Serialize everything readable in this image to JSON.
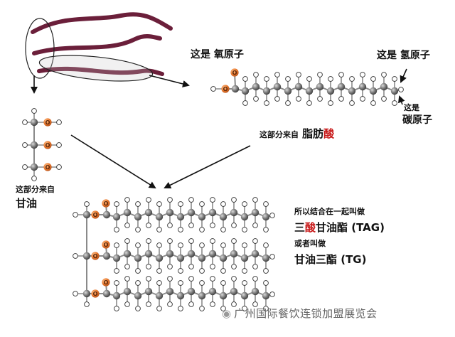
{
  "labels": {
    "oxygen": "这是 氧原子",
    "hydrogen": "这是 氢原子",
    "carbon_line1": "这是",
    "carbon_line2": "碳原子",
    "fatty_acid_prefix": "这部分来自",
    "fatty_acid_main": "脂肪",
    "fatty_acid_accent": "酸",
    "glycerol_line1": "这部分来自",
    "glycerol_line2": "甘油",
    "combined_intro": "所以结合在一起叫做",
    "tag_accent_pre": "三",
    "tag_accent": "酸",
    "tag_rest": "甘油酯 (TAG)",
    "or_called": "或者叫做",
    "tg_name": "甘油三酯 (TG)"
  },
  "atom_symbols": {
    "oxygen": "O"
  },
  "watermark": {
    "text": "广州国际餐饮连锁加盟展览会",
    "icon": "wechat-icon"
  },
  "colors": {
    "strand": "#6b1f3a",
    "oxygen": "#e8762a",
    "carbon": "#6f6f6f",
    "bond": "#8a8a8a",
    "accent_red": "#c81a1a"
  }
}
